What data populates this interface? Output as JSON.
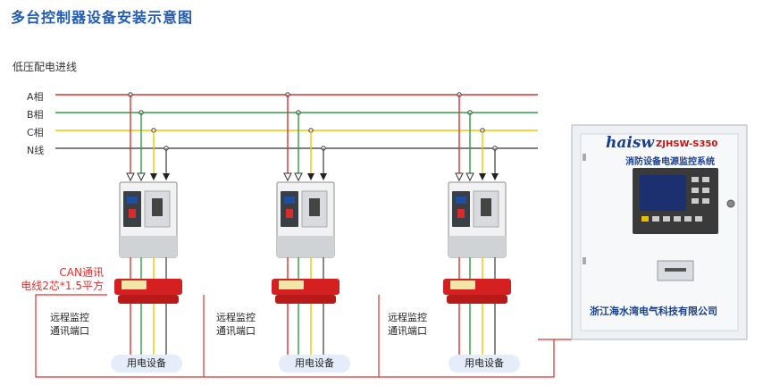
{
  "title": "多台控制器设备安装示意图",
  "incoming_line_label": "低压配电进线",
  "phases": [
    {
      "label": "A相",
      "color": "#e03131"
    },
    {
      "label": "B相",
      "color": "#2f9e44"
    },
    {
      "label": "C相",
      "color": "#f2c500"
    },
    {
      "label": "N线",
      "color": "#555555"
    }
  ],
  "can_note_line1": "CAN通讯",
  "can_note_line2": "电线2芯*1.5平方",
  "remote_port_line1": "远程监控",
  "remote_port_line2": "通讯端口",
  "device_label": "用电设备",
  "cabinet": {
    "brand": "haisw",
    "model": "ZJHSW-S350",
    "system_name": "消防设备电源监控系统",
    "company": "浙江海水湾电气科技有限公司"
  }
}
